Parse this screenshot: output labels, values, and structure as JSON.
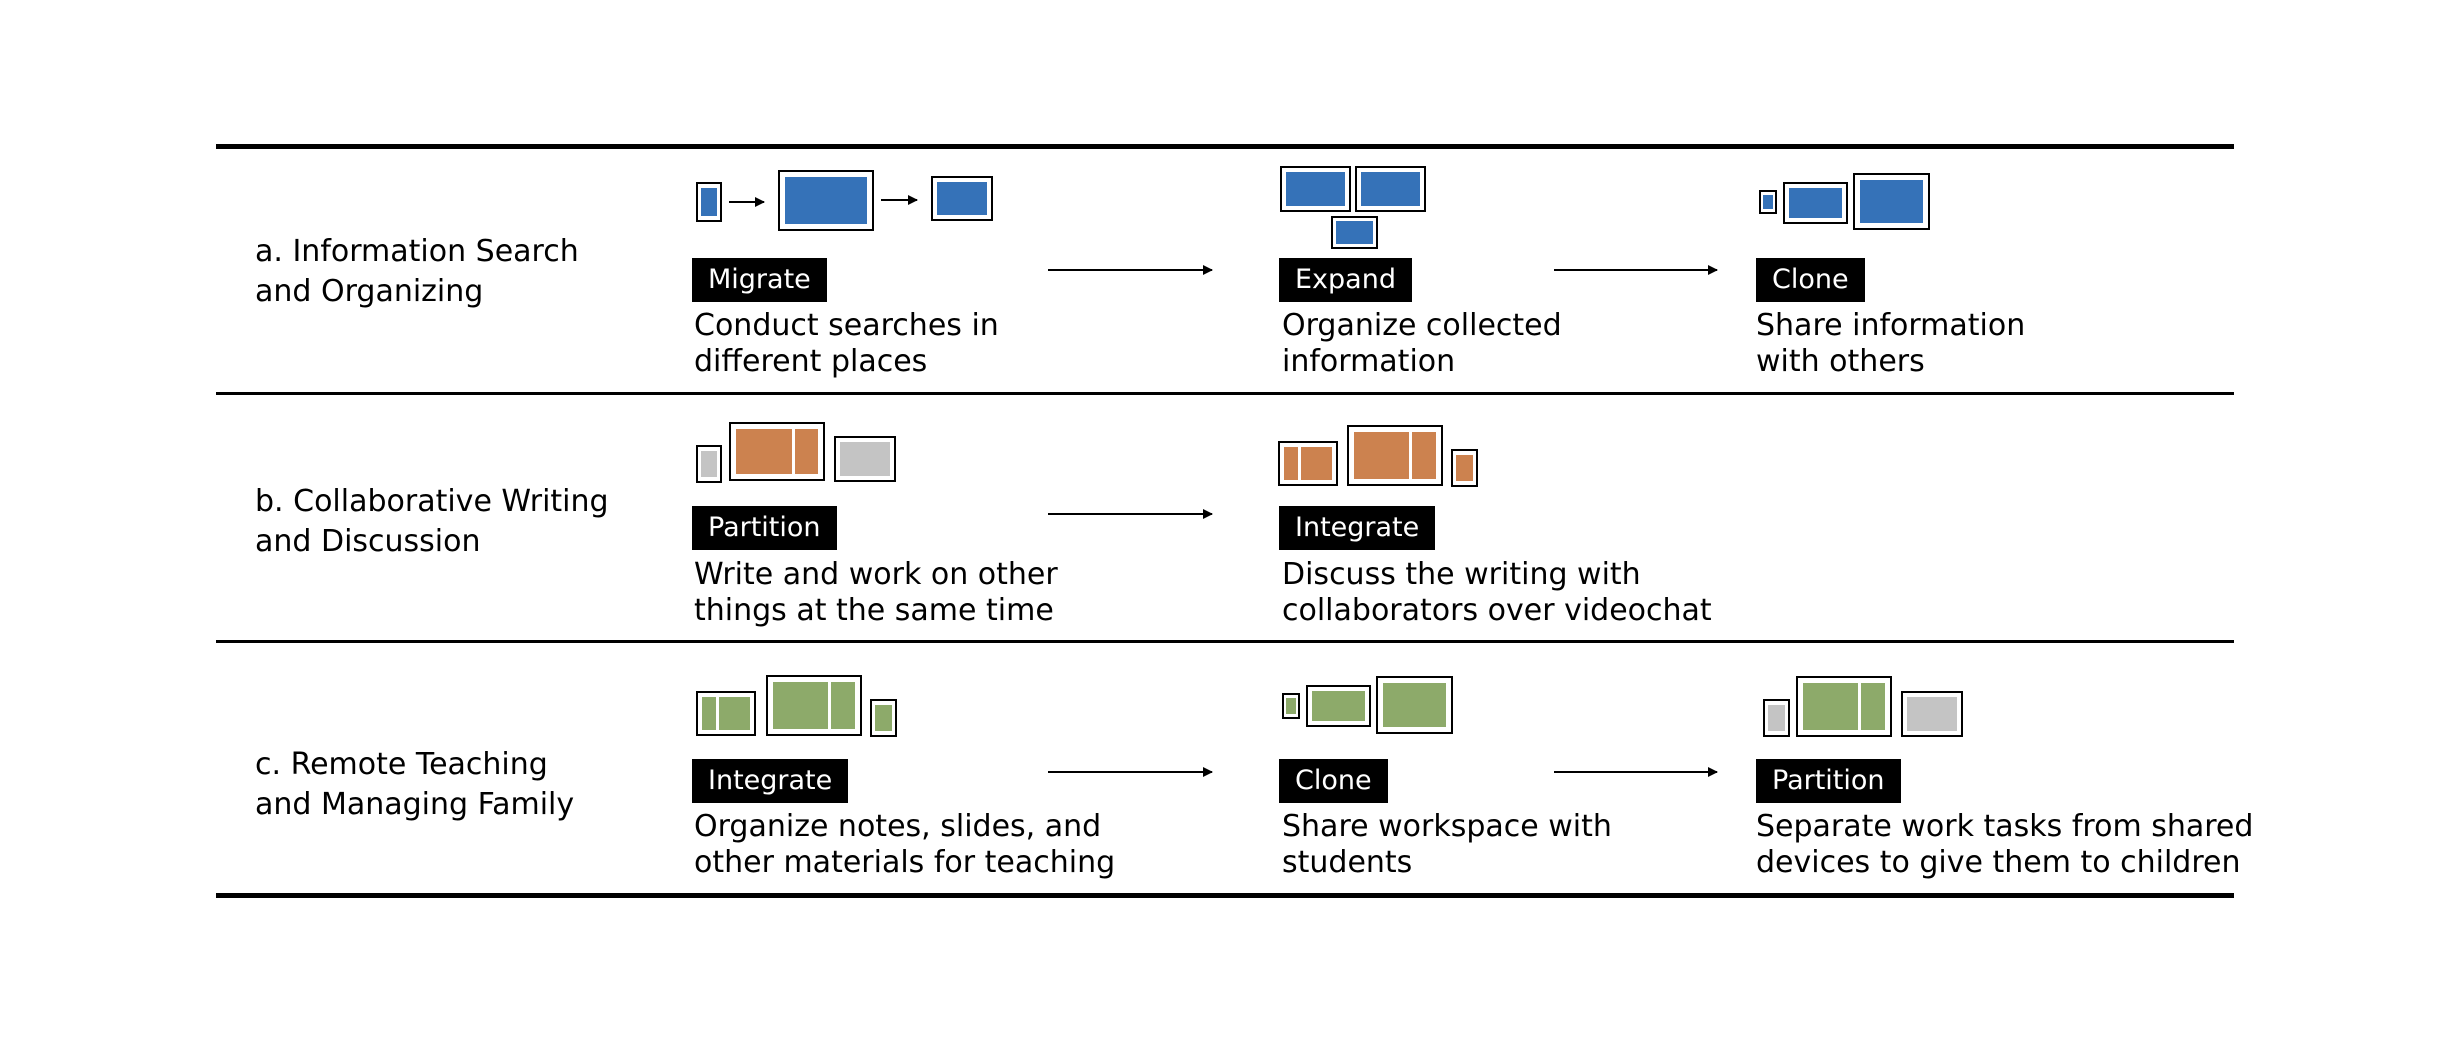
{
  "colors": {
    "blue": "#3572b8",
    "orange": "#cc824f",
    "green": "#8daa6a",
    "gray": "#c4c4c4",
    "rule": "#000000"
  },
  "rows": [
    {
      "label": "a. Information Search\nand Organizing",
      "steps": [
        {
          "badge": "Migrate",
          "desc": "Conduct searches in\ndifferent places"
        },
        {
          "badge": "Expand",
          "desc": "Organize collected\ninformation"
        },
        {
          "badge": "Clone",
          "desc": "Share information\nwith others"
        }
      ]
    },
    {
      "label": "b. Collaborative Writing\nand Discussion",
      "steps": [
        {
          "badge": "Partition",
          "desc": "Write and work on other\nthings at the same time"
        },
        {
          "badge": "Integrate",
          "desc": "Discuss the writing with\ncollaborators over videochat"
        }
      ]
    },
    {
      "label": "c. Remote Teaching\nand Managing Family",
      "steps": [
        {
          "badge": "Integrate",
          "desc": "Organize notes, slides, and\nother materials for teaching"
        },
        {
          "badge": "Clone",
          "desc": "Share workspace with\nstudents"
        },
        {
          "badge": "Partition",
          "desc": "Separate work tasks from shared\ndevices to give them to children"
        }
      ]
    }
  ]
}
